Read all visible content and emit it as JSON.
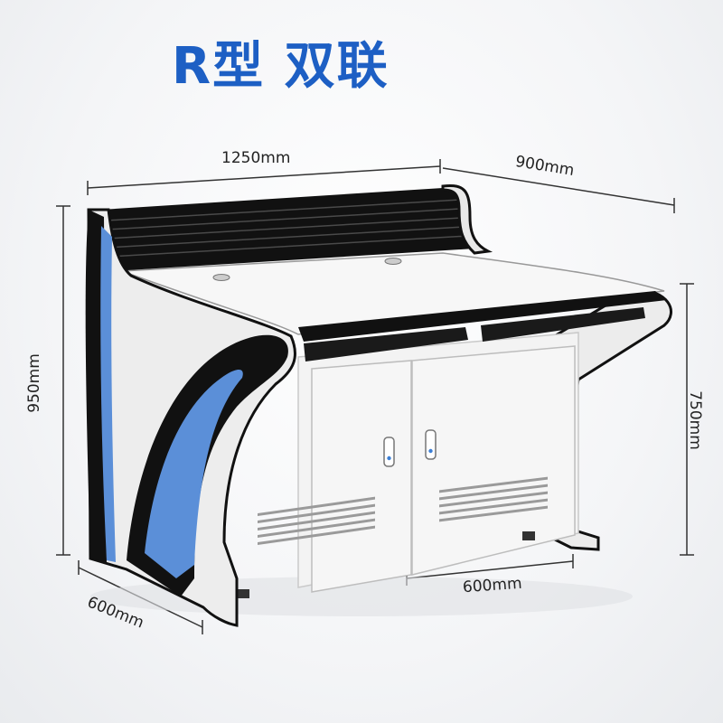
{
  "title": "R型 双联",
  "dimensions": {
    "top_width": "1250mm",
    "top_depth": "900mm",
    "total_height": "950mm",
    "desk_height": "750mm",
    "base_depth": "600mm",
    "cabinet_width": "600mm"
  },
  "colors": {
    "title": "#1d5fc4",
    "accent_blue": "#5b8fd8",
    "black_trim": "#111111",
    "body_white": "#f1f1f1"
  }
}
